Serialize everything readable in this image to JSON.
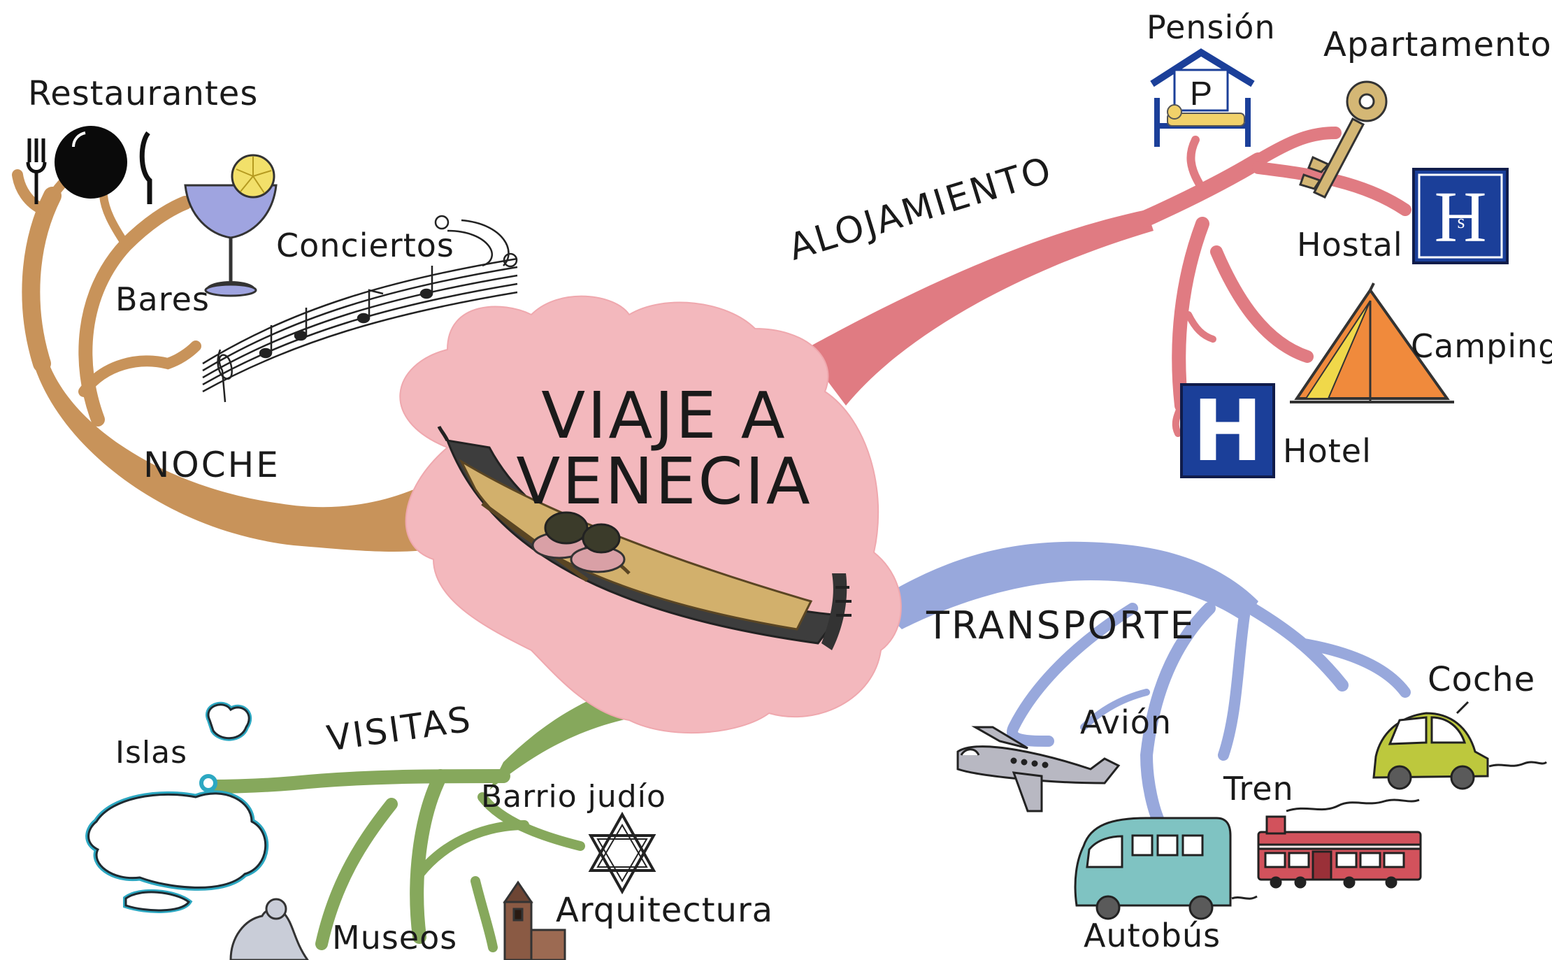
{
  "central": {
    "line1": "VIAJE A",
    "line2": "VENECIA"
  },
  "branches": {
    "noche": {
      "label": "NOCHE",
      "color": "#c8935a",
      "items": [
        "Restaurantes",
        "Bares",
        "Conciertos"
      ]
    },
    "alojamiento": {
      "label": "ALOJAMIENTO",
      "color": "#e07b82",
      "items": [
        "Pensión",
        "Apartamento",
        "Hostal",
        "Camping",
        "Hotel"
      ]
    },
    "transporte": {
      "label": "TRANSPORTE",
      "color": "#98a8dc",
      "items": [
        "Avión",
        "Coche",
        "Tren",
        "Autobús"
      ]
    },
    "visitas": {
      "label": "VISITAS",
      "color": "#86a85c",
      "items": [
        "Islas",
        "Barrio judío",
        "Arquitectura",
        "Museos"
      ]
    }
  },
  "icons": {
    "pension": {
      "sign": "P"
    },
    "hostal": {
      "sign": "H",
      "sub": "s"
    },
    "hotel": {
      "sign": "H"
    }
  },
  "colors": {
    "cloud": "#f3b8bd",
    "ink": "#1a1a1a",
    "sign_blue": "#1b3f99"
  }
}
